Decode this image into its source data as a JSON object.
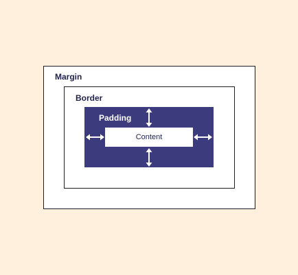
{
  "labels": {
    "margin": "Margin",
    "border": "Border",
    "padding": "Padding",
    "content": "Content"
  },
  "colors": {
    "background": "#ffefdd",
    "padding_fill": "#3b3b7e",
    "outline": "#1c1c28",
    "label_text": "#22224f"
  },
  "icons": {
    "padding_top": "vertical-double-arrow-icon",
    "padding_bottom": "vertical-double-arrow-icon",
    "padding_left": "horizontal-double-arrow-icon",
    "padding_right": "horizontal-double-arrow-icon"
  }
}
